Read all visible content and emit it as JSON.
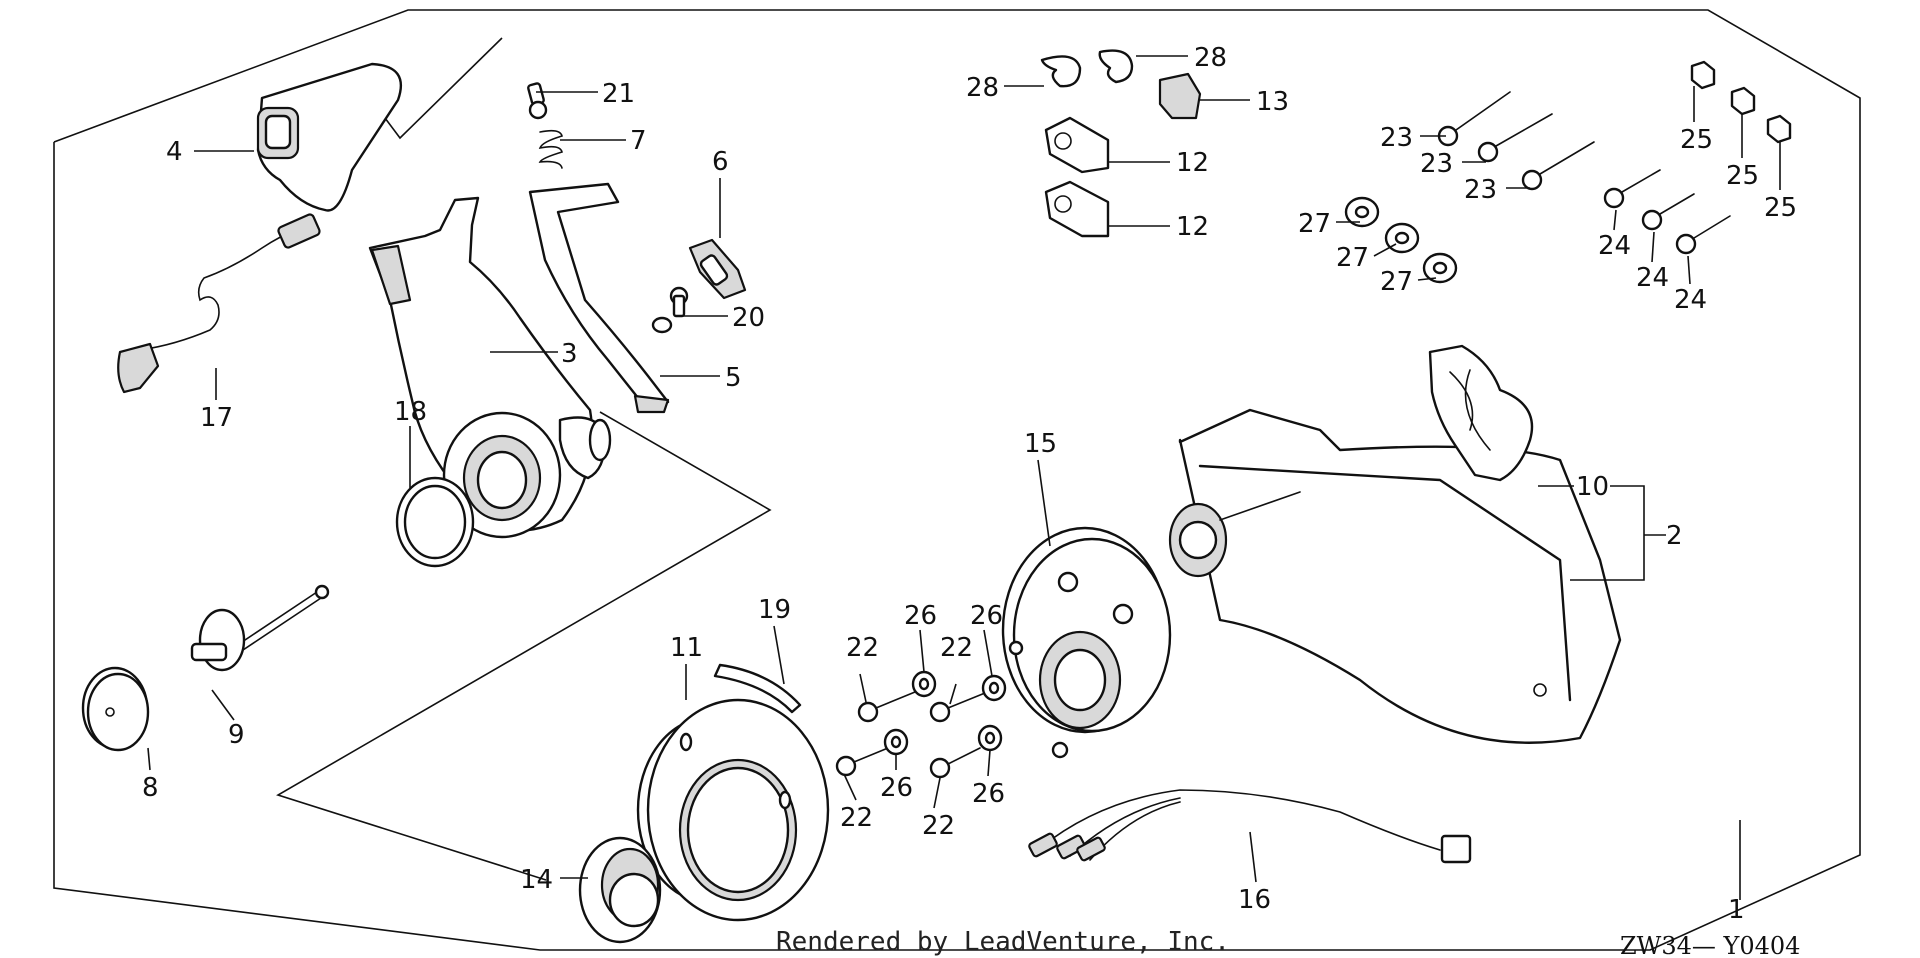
{
  "callouts": [
    {
      "id": "c1",
      "label": "1"
    },
    {
      "id": "c2",
      "label": "2"
    },
    {
      "id": "c3",
      "label": "3"
    },
    {
      "id": "c4",
      "label": "4"
    },
    {
      "id": "c5",
      "label": "5"
    },
    {
      "id": "c6",
      "label": "6"
    },
    {
      "id": "c7",
      "label": "7"
    },
    {
      "id": "c8",
      "label": "8"
    },
    {
      "id": "c9",
      "label": "9"
    },
    {
      "id": "c10",
      "label": "10"
    },
    {
      "id": "c11",
      "label": "11"
    },
    {
      "id": "c12a",
      "label": "12"
    },
    {
      "id": "c12b",
      "label": "12"
    },
    {
      "id": "c13",
      "label": "13"
    },
    {
      "id": "c14",
      "label": "14"
    },
    {
      "id": "c15",
      "label": "15"
    },
    {
      "id": "c16",
      "label": "16"
    },
    {
      "id": "c17",
      "label": "17"
    },
    {
      "id": "c18",
      "label": "18"
    },
    {
      "id": "c19",
      "label": "19"
    },
    {
      "id": "c20",
      "label": "20"
    },
    {
      "id": "c21",
      "label": "21"
    },
    {
      "id": "c22a",
      "label": "22"
    },
    {
      "id": "c22b",
      "label": "22"
    },
    {
      "id": "c22c",
      "label": "22"
    },
    {
      "id": "c22d",
      "label": "22"
    },
    {
      "id": "c23a",
      "label": "23"
    },
    {
      "id": "c23b",
      "label": "23"
    },
    {
      "id": "c23c",
      "label": "23"
    },
    {
      "id": "c24a",
      "label": "24"
    },
    {
      "id": "c24b",
      "label": "24"
    },
    {
      "id": "c24c",
      "label": "24"
    },
    {
      "id": "c25a",
      "label": "25"
    },
    {
      "id": "c25b",
      "label": "25"
    },
    {
      "id": "c25c",
      "label": "25"
    },
    {
      "id": "c26a",
      "label": "26"
    },
    {
      "id": "c26b",
      "label": "26"
    },
    {
      "id": "c26c",
      "label": "26"
    },
    {
      "id": "c26d",
      "label": "26"
    },
    {
      "id": "c27a",
      "label": "27"
    },
    {
      "id": "c27b",
      "label": "27"
    },
    {
      "id": "c27c",
      "label": "27"
    },
    {
      "id": "c28a",
      "label": "28"
    },
    {
      "id": "c28b",
      "label": "28"
    }
  ],
  "footer": {
    "credit": "Rendered by LeadVenture, Inc.",
    "diagram_code": "ZW34— Y0404"
  }
}
